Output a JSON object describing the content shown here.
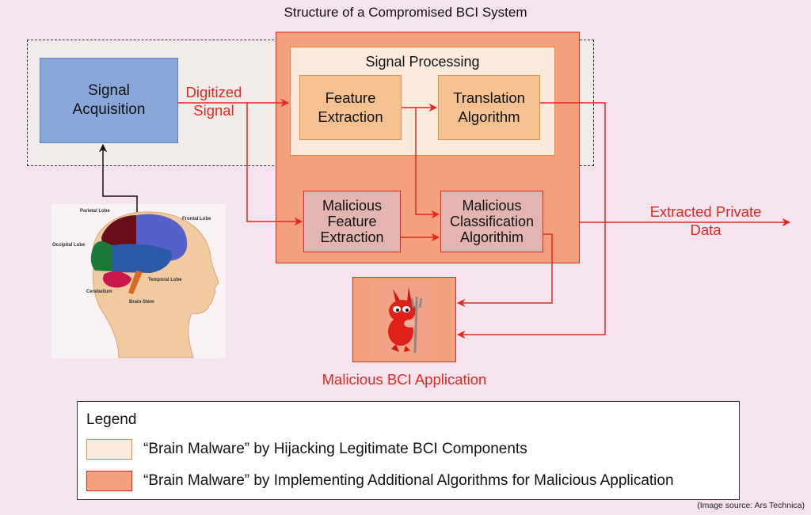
{
  "title": "Structure of a Compromised BCI System",
  "nodes": {
    "signal_acquisition": "Signal\nAcquisition",
    "signal_processing": "Signal Processing",
    "feature_extraction": "Feature\nExtraction",
    "translation_algorithm": "Translation\nAlgorithm",
    "malicious_feature_extraction": "Malicious\nFeature\nExtraction",
    "malicious_classification": "Malicious\nClassification\nAlgorithim",
    "malicious_app": "Malicious BCI Application"
  },
  "edge_labels": {
    "digitized_signal": "Digitized\nSignal",
    "extracted_data": "Extracted Private\nData"
  },
  "brain_labels": {
    "parietal": "Parietal Lobe",
    "frontal": "Frontal Lobe",
    "occipital": "Occipital Lobe",
    "temporal": "Temporal Lobe",
    "cerebellum": "Cerebellum",
    "brain_stem": "Brain Stem"
  },
  "legend": {
    "title": "Legend",
    "items": [
      {
        "label": "“Brain Malware” by Hijacking Legitimate BCI Components",
        "fill": "#fcebdd",
        "stroke": "#ef8a3a"
      },
      {
        "label": "“Brain Malware” by Implementing Additional Algorithms for Malicious Application",
        "fill": "#f2a07e",
        "stroke": "#e8261e"
      }
    ]
  },
  "source": "(Image source: Ars Technica)",
  "colors": {
    "accent_red": "#e8261e",
    "orange": "#ef8a3a",
    "blue": "#88a8da"
  }
}
